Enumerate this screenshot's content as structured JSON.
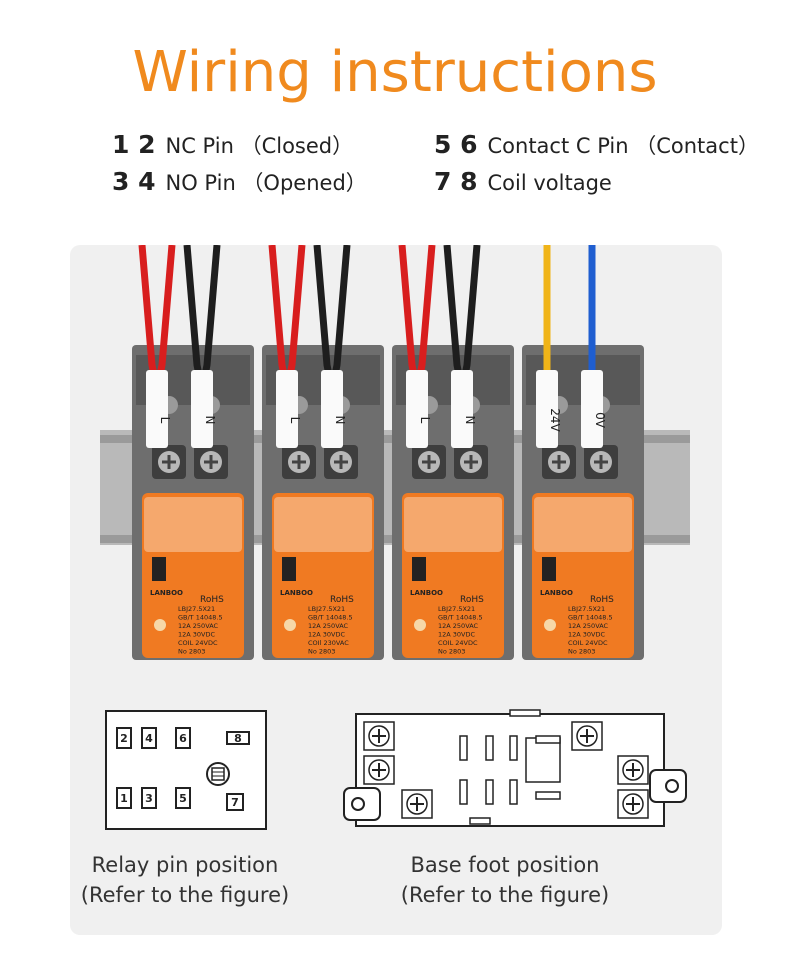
{
  "title": "Wiring instructions",
  "legend": [
    {
      "pins": "1 2",
      "label": "NC Pin （Closed）"
    },
    {
      "pins": "3 4",
      "label": "NO Pin （Opened）"
    },
    {
      "pins": "5 6",
      "label": "Contact C Pin （Contact）"
    },
    {
      "pins": "7 8",
      "label": "Coil voltage"
    }
  ],
  "wire_labels": [
    "L",
    "N",
    "L",
    "N",
    "L",
    "N",
    "24V",
    "0V"
  ],
  "relay_label": {
    "brand": "LANBOO",
    "cert": "RoHS",
    "lines": [
      "LBJ27.5X21",
      "GB/T 14048.5",
      "12A 250VAC",
      "12A 30VDC",
      "COIL 24VDC",
      "No 2803"
    ],
    "lines_alt": [
      "LBJ27.5X21",
      "GB/T 14048.5",
      "12A 250VAC",
      "12A 30VDC",
      "COIl 230VAC",
      "No 2803"
    ]
  },
  "relay_pins": {
    "top": [
      "2",
      "4",
      "6",
      "8"
    ],
    "bottom": [
      "1",
      "3",
      "5",
      "7"
    ]
  },
  "captions": {
    "relay": {
      "line1": "Relay pin position",
      "line2": "(Refer to the figure)"
    },
    "base": {
      "line1": "Base foot position",
      "line2": "(Refer to the figure)"
    }
  },
  "colors": {
    "accent": "#f08a1e",
    "relay_orange": "#f07a22",
    "base_gray": "#6e6e6e",
    "wire_red": "#d81e1e",
    "wire_black": "#1e1e1e",
    "wire_yellow": "#f0b418",
    "wire_blue": "#1f5ed0"
  }
}
